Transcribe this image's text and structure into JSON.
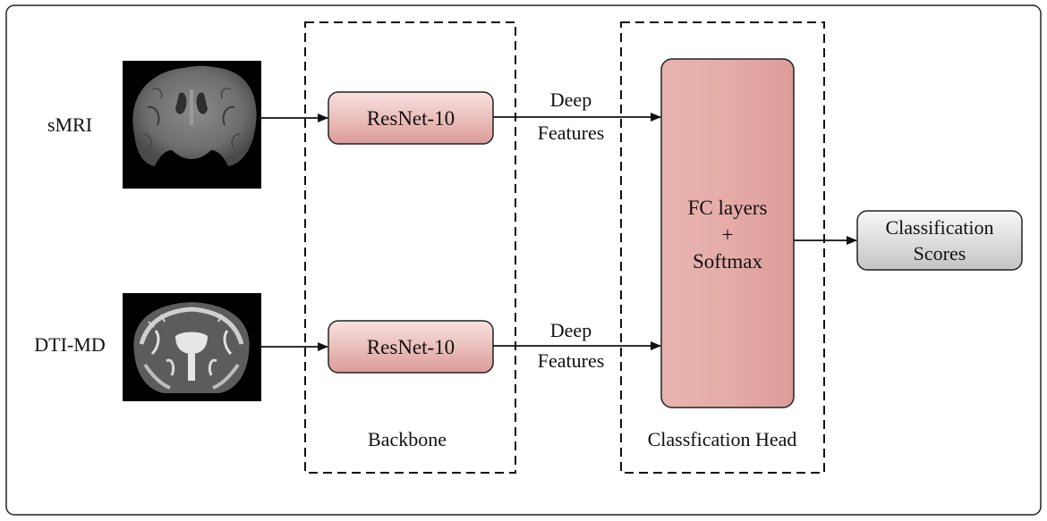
{
  "inputs": {
    "smri_label": "sMRI",
    "dti_label": "DTI-MD"
  },
  "backbone": {
    "block_top": "ResNet-10",
    "block_bottom": "ResNet-10",
    "group_label": "Backbone"
  },
  "features": {
    "top_line1": "Deep",
    "top_line2": "Features",
    "bottom_line1": "Deep",
    "bottom_line2": "Features"
  },
  "head": {
    "line1": "FC layers",
    "line2": "+",
    "line3": "Softmax",
    "group_label": "Classfication Head"
  },
  "output": {
    "line1": "Classification",
    "line2": "Scores"
  },
  "colors": {
    "block_gradient_top": "#f8e2e0",
    "block_gradient_bottom": "#dc9c98",
    "output_gradient_top": "#f8f8f8",
    "output_gradient_bottom": "#c4c4c4"
  }
}
